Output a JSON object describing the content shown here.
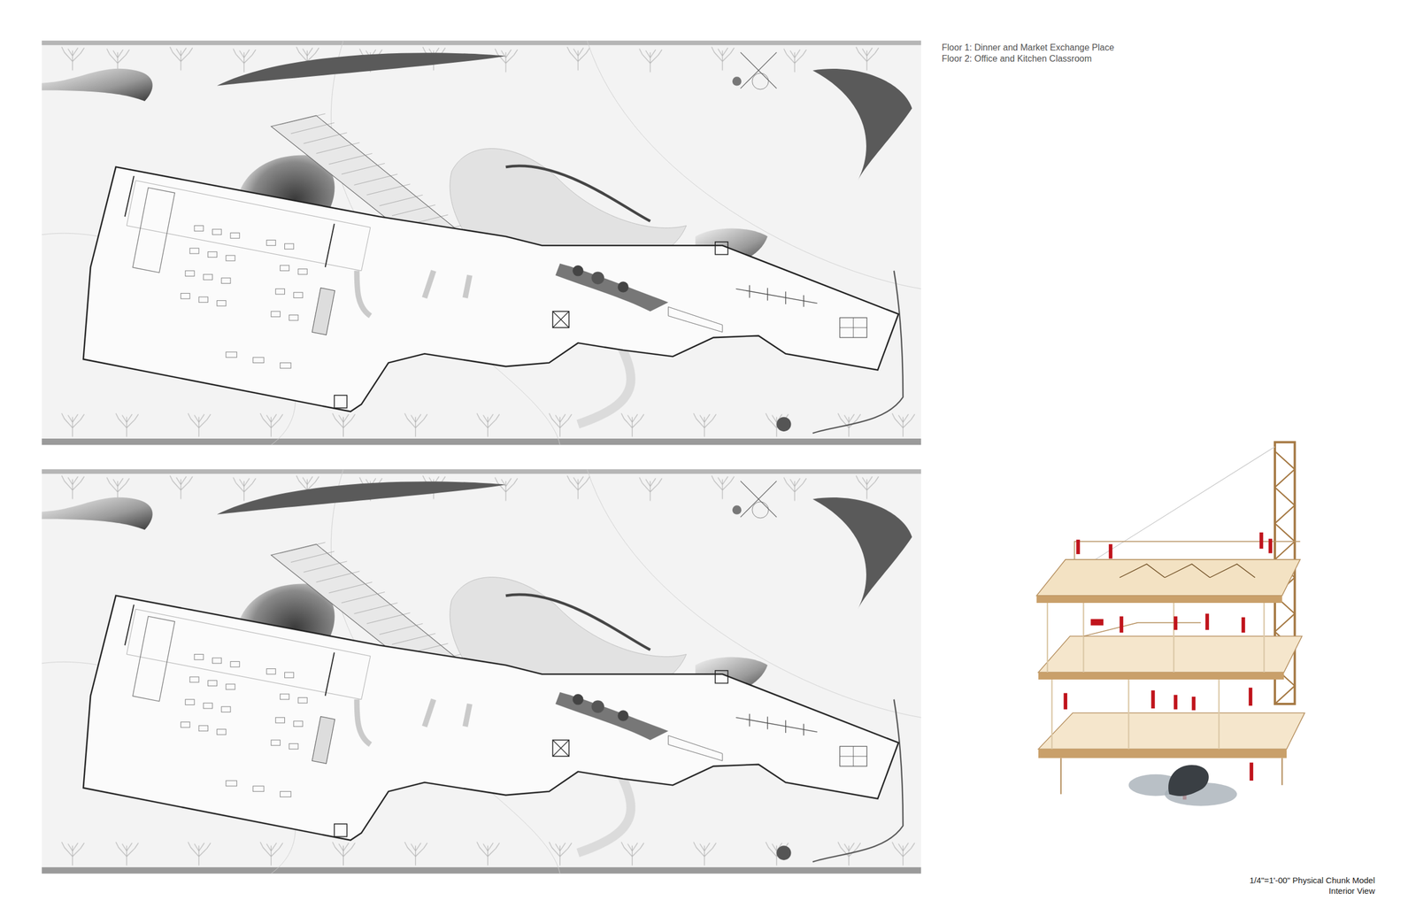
{
  "diagram": {
    "labels": [
      "Floor 1: Dinner and Market Exchange Place",
      "Floor 2: Office and Kitchen Classroom",
      "1/4\"=1'-00\" Physical Chunk Model",
      "Interior View"
    ]
  }
}
